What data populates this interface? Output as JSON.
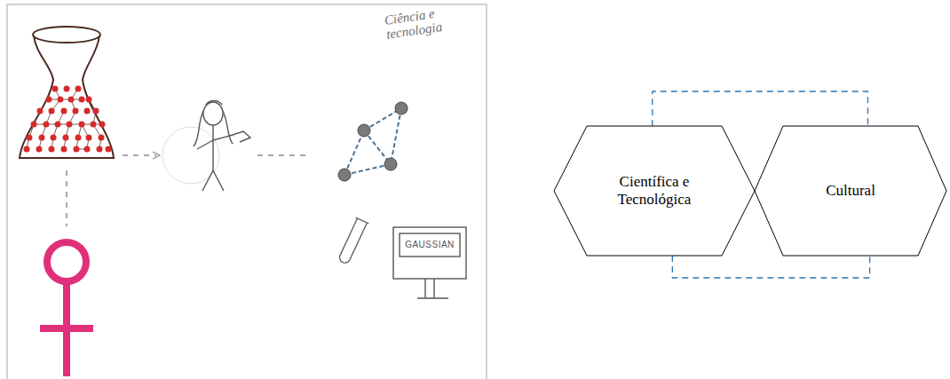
{
  "diagram": {
    "nodes": [
      {
        "text": [
          "Científica e Tecnológica"
        ]
      },
      {
        "text": [
          "Cultural"
        ]
      }
    ],
    "edges": [
      {
        "from": 0,
        "to": 1,
        "arrow": "none"
      },
      {
        "from": 0,
        "to": 1,
        "arrow": "none"
      }
    ],
    "labels": [
      "Ciência e tecnologia",
      "GAUSSIAN"
    ]
  }
}
